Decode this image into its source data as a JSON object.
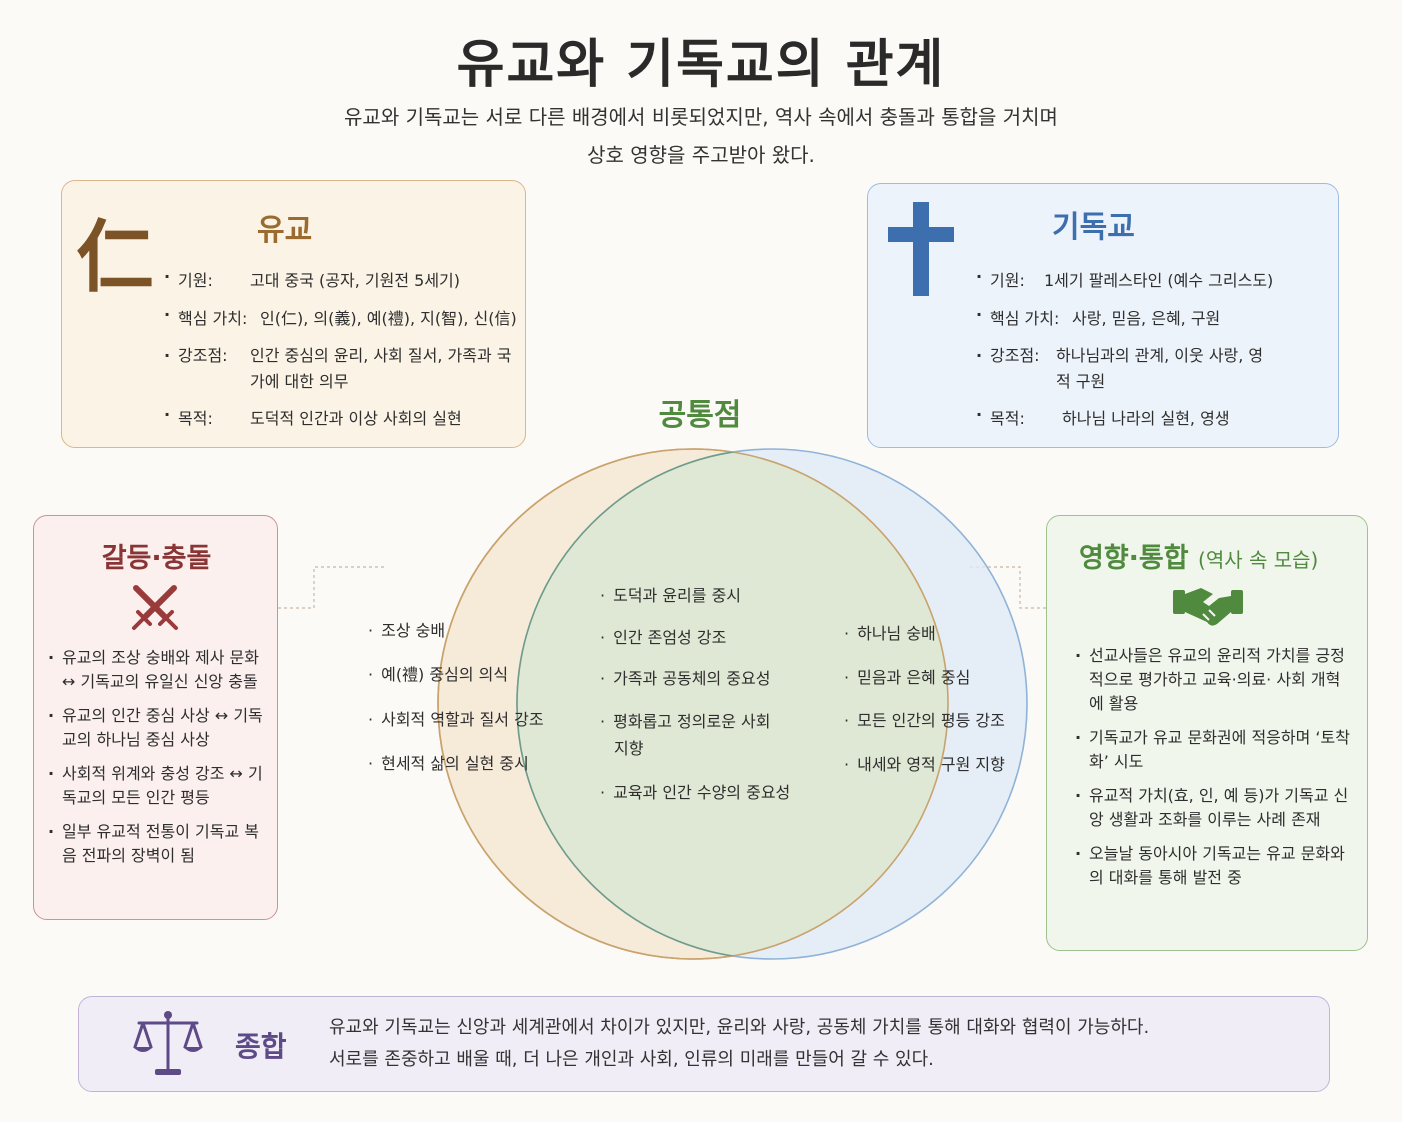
{
  "title": "유교와 기독교의 관계",
  "subtitle": [
    "유교와 기독교는 서로 다른 배경에서 비롯되었지만, 역사 속에서 충돌과 통합을 거치며",
    "상호 영향을 주고받아 왔다."
  ],
  "confucianism": {
    "symbol": "仁",
    "title": "유교",
    "items": [
      {
        "label": "기원:",
        "value": "고대 중국 (공자, 기원전 5세기)"
      },
      {
        "label": "핵심 가치:",
        "value": "인(仁), 의(義), 예(禮), 지(智), 신(信)"
      },
      {
        "label": "강조점:",
        "value": "인간 중심의 윤리, 사회 질서, 가족과 국가에 대한 의무"
      },
      {
        "label": "목적:",
        "value": "도덕적 인간과 이상 사회의 실현"
      }
    ]
  },
  "christianity": {
    "title": "기독교",
    "items": [
      {
        "label": "기원:",
        "value": "1세기 팔레스타인 (예수 그리스도)"
      },
      {
        "label": "핵심 가치:",
        "value": "사랑, 믿음, 은혜, 구원"
      },
      {
        "label": "강조점:",
        "value": "하나님과의 관계, 이웃 사랑, 영적 구원"
      },
      {
        "label": "목적:",
        "value": "하나님 나라의 실현, 영생"
      }
    ]
  },
  "common": {
    "title": "공통점",
    "left": [
      "조상 숭배",
      "예(禮) 중심의 의식",
      "사회적 역할과 질서 강조",
      "현세적 삶의 실현 중시"
    ],
    "center": [
      "도덕과 윤리를 중시",
      "인간 존엄성 강조",
      "가족과 공동체의 중요성",
      "평화롭고 정의로운 사회 지향",
      "교육과 인간 수양의 중요성"
    ],
    "right": [
      "하나님 숭배",
      "믿음과 은혜 중심",
      "모든 인간의 평등 강조",
      "내세와 영적 구원 지향"
    ]
  },
  "conflict": {
    "title": "갈등·충돌",
    "items": [
      "유교의 조상 숭배와 제사 문화 ↔ 기독교의 유일신 신앙 충돌",
      "유교의 인간 중심 사상 ↔ 기독교의 하나님 중심 사상",
      "사회적 위계와 충성 강조 ↔ 기독교의 모든 인간 평등",
      "일부 유교적 전통이 기독교 복음 전파의 장벽이 됨"
    ]
  },
  "influence": {
    "title": "영향·통합",
    "subtitle": "(역사 속 모습)",
    "items": [
      "선교사들은 유교의 윤리적 가치를 긍정적으로 평가하고 교육·의료· 사회 개혁에 활용",
      "기독교가 유교 문화권에 적응하며 ‘토착화’ 시도",
      "유교적 가치(효, 인, 예 등)가 기독교 신앙 생활과 조화를 이루는 사례 존재",
      "오늘날 동아시아 기독교는 유교 문화와의 대화를 통해 발전 중"
    ]
  },
  "summary": {
    "title": "종합",
    "lines": [
      "유교와 기독교는 신앙과 세계관에서 차이가 있지만, 윤리와 사랑, 공동체 가치를 통해 대화와 협력이 가능하다.",
      "서로를 존중하고 배울 때, 더 나은 개인과 사회, 인류의 미래를 만들어 갈 수 있다."
    ]
  },
  "colors": {
    "confucian": "#9a6a2e",
    "christian": "#3d6fae",
    "common": "#4f8a3e",
    "conflict": "#8a3535",
    "influence": "#4f8a3e",
    "summary": "#5d4a86"
  },
  "icons": [
    "cross-icon",
    "crossed-swords-icon",
    "handshake-icon",
    "scales-icon"
  ]
}
